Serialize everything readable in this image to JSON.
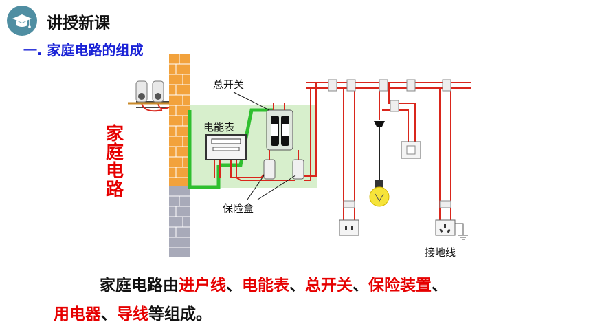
{
  "header": {
    "title": "讲授新课",
    "icon": "graduation-cap-icon",
    "icon_color": "#4f8ea2"
  },
  "section": {
    "title": "一. 家庭电路的组成",
    "color": "#1a22d6"
  },
  "diagram": {
    "vertical_label": [
      "家",
      "庭",
      "电",
      "路"
    ],
    "labels": {
      "main_switch": "总开关",
      "meter": "电能表",
      "fuse_box": "保险盒",
      "ground_wire": "接地线"
    },
    "colors": {
      "wire_red": "#d9261c",
      "wire_green": "#2fbf2f",
      "panel": "#d7efcc",
      "brick": "#f2a23c"
    }
  },
  "summary": {
    "line1": [
      {
        "text": "家庭电路由",
        "highlight": false
      },
      {
        "text": "进户线",
        "highlight": true
      },
      {
        "text": "、",
        "highlight": false
      },
      {
        "text": "电能表",
        "highlight": true
      },
      {
        "text": "、",
        "highlight": false
      },
      {
        "text": "总开关",
        "highlight": true
      },
      {
        "text": "、",
        "highlight": false
      },
      {
        "text": "保险装置",
        "highlight": true
      },
      {
        "text": "、",
        "highlight": false
      }
    ],
    "line2": [
      {
        "text": "用电器",
        "highlight": true
      },
      {
        "text": "、",
        "highlight": false
      },
      {
        "text": "导线",
        "highlight": true
      },
      {
        "text": "等组成。",
        "highlight": false
      }
    ],
    "highlight_color": "#e60000"
  }
}
